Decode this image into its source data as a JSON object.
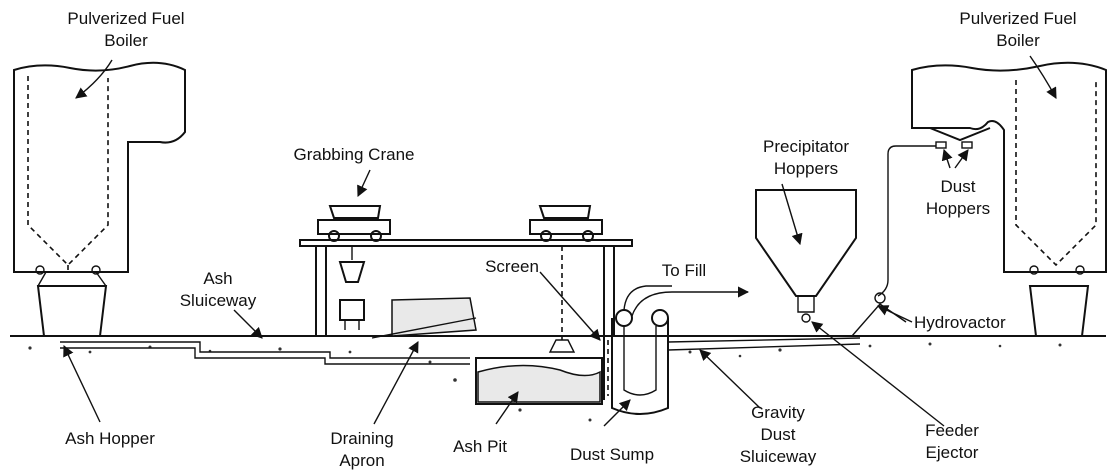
{
  "labels": {
    "boiler_left": [
      "Pulverized Fuel",
      "Boiler"
    ],
    "boiler_right": [
      "Pulverized Fuel",
      "Boiler"
    ],
    "grabbing_crane": "Grabbing Crane",
    "precipitator_hoppers": [
      "Precipitator",
      "Hoppers"
    ],
    "dust_hoppers": [
      "Dust",
      "Hoppers"
    ],
    "ash_sluiceway": [
      "Ash",
      "Sluiceway"
    ],
    "screen": "Screen",
    "to_fill": "To Fill",
    "hydrovactor": "Hydrovactor",
    "ash_hopper": "Ash Hopper",
    "draining_apron": [
      "Draining",
      "Apron"
    ],
    "ash_pit": "Ash Pit",
    "dust_sump": "Dust Sump",
    "gravity_dust_sluiceway": [
      "Gravity",
      "Dust",
      "Sluiceway"
    ],
    "feeder_ejector": [
      "Feeder",
      "Ejector"
    ]
  }
}
